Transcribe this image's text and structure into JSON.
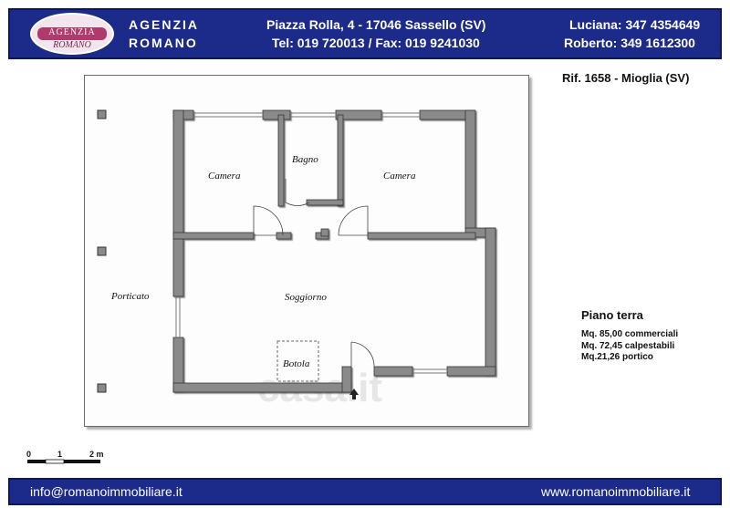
{
  "header": {
    "logo": {
      "line1": "AGENZIA",
      "line2": "ROMANO"
    },
    "agency_line1": "AGENZIA",
    "agency_line2": "ROMANO",
    "address": "Piazza Rolla, 4 - 17046 Sassello (SV)",
    "phones": "Tel: 019 720013 / Fax: 019 9241030",
    "contact1": "Luciana: 347 4354649",
    "contact2": "Roberto: 349 1612300"
  },
  "reference": "Rif. 1658 - Mioglia (SV)",
  "plan": {
    "rooms": {
      "camera_left": "Camera",
      "bagno": "Bagno",
      "camera_right": "Camera",
      "soggiorno": "Soggiorno",
      "botola": "Botola",
      "porticato": "Porticato"
    },
    "watermark": "casa.it"
  },
  "info": {
    "level": "Piano terra",
    "commerciali": "Mq. 85,00 commerciali",
    "calpestabili": "Mq. 72,45 calpestabili",
    "portico": "Mq.21,26 portico"
  },
  "scale": {
    "zero": "0",
    "one": "1",
    "two": "2 m"
  },
  "footer": {
    "email": "info@romanoimmobiliare.it",
    "website": "www.romanoimmobiliare.it"
  },
  "colors": {
    "header_bg": "#1c2a8a",
    "wall": "#8a8a8a",
    "logo_accent": "#b03a6b"
  }
}
